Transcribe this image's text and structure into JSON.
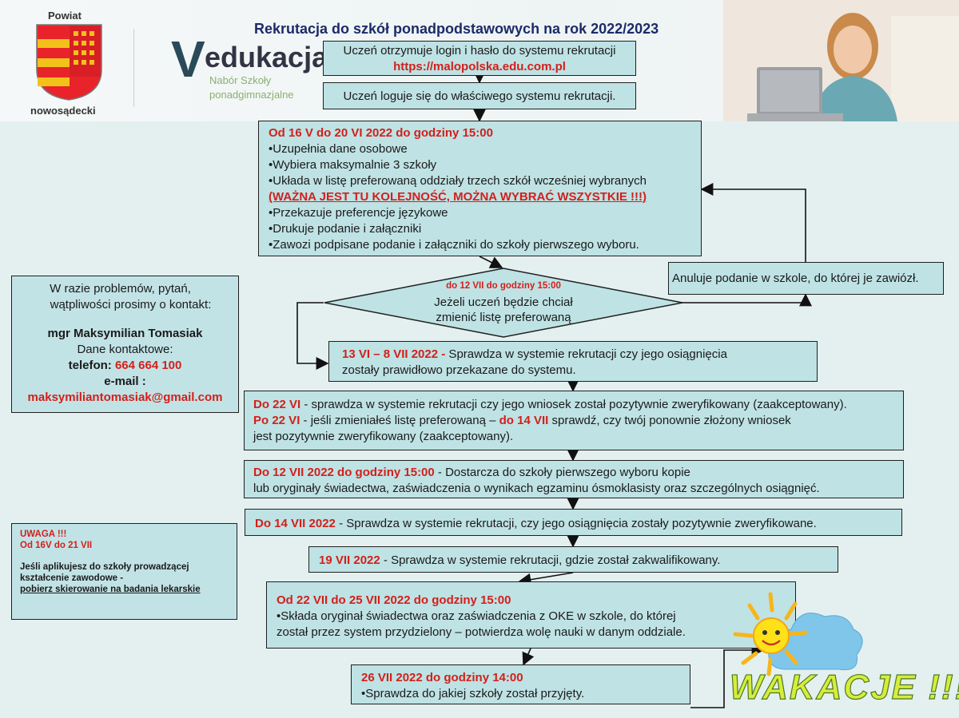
{
  "header": {
    "title": "Rekrutacja do szkół ponadpodstawowych na rok 2022/2023",
    "powiat_label": "Powiat",
    "powiat_name": "nowosądecki",
    "edukacja_v": "V",
    "edukacja_word": "edukacja",
    "edukacja_sub1": "Nabór Szkoły",
    "edukacja_sub2": "ponadgimnazjalne"
  },
  "steps": {
    "s1_line1": "Uczeń otrzymuje login i hasło do systemu rekrutacji",
    "s1_url": "https://malopolska.edu.com.pl",
    "s2": "Uczeń loguje się do właściwego systemu rekrutacji.",
    "s3_heading": "Od 16 V do 20 VI 2022 do godziny 15:00",
    "s3_items": [
      "•Uzupełnia dane osobowe",
      "•Wybiera maksymalnie 3 szkoły",
      "•Układa w listę preferowaną oddziały trzech szkół wcześniej wybranych",
      "(WAŻNA JEST TU KOLEJNOŚĆ, MOŻNA WYBRAĆ WSZYSTKIE !!!)",
      "•Przekazuje preferencje językowe",
      "•Drukuje podanie i załączniki",
      "•Zawozi podpisane podanie i załączniki do szkoły pierwszego wyboru."
    ],
    "decision_date": "do 12 VII do godziny 15:00",
    "decision_line1": "Jeżeli uczeń będzie chciał",
    "decision_line2": "zmienić listę preferowaną",
    "cancel": "Anuluje podanie w szkole, do której je zawiózł.",
    "s4_date": "13 VI – 8 VII 2022 -",
    "s4_text1": " Sprawdza w systemie rekrutacji czy jego osiągnięcia",
    "s4_text2": "zostały prawidłowo przekazane do systemu.",
    "s5_date1": "Do 22 VI",
    "s5_text1": " - sprawdza w systemie rekrutacji czy jego wniosek został pozytywnie zweryfikowany (zaakceptowany).",
    "s5_date2": "Po 22 VI",
    "s5_text2a": " - jeśli zmieniałeś listę preferowaną – ",
    "s5_date3": "do 14 VII",
    "s5_text2b": " sprawdź, czy twój ponownie złożony wniosek",
    "s5_text3": "jest pozytywnie zweryfikowany (zaakceptowany).",
    "s6_date": "Do 12 VII 2022 do godziny 15:00",
    "s6_text1": " - Dostarcza do szkoły pierwszego wyboru kopie",
    "s6_text2": "lub oryginały świadectwa, zaświadczenia o wynikach egzaminu ósmoklasisty oraz szczególnych osiągnięć.",
    "s7_date": "Do 14 VII 2022",
    "s7_text": " - Sprawdza w systemie rekrutacji, czy jego osiągnięcia zostały pozytywnie zweryfikowane.",
    "s8_date": "19 VII 2022",
    "s8_text": " - Sprawdza w systemie rekrutacji, gdzie został zakwalifikowany.",
    "s9_heading": "Od 22 VII do 25 VII 2022 do godziny 15:00",
    "s9_text1": "•Składa oryginał świadectwa oraz zaświadczenia z OKE w szkole, do której",
    "s9_text2": "został przez system przydzielony – potwierdza wolę nauki w danym oddziale.",
    "s10_heading": "26 VII 2022 do godziny 14:00",
    "s10_text": "•Sprawdza do jakiej szkoły został przyjęty."
  },
  "contact": {
    "intro1": "W razie problemów, pytań,",
    "intro2": "wątpliwości prosimy o kontakt:",
    "name": "mgr Maksymilian Tomasiak",
    "details_label": "Dane kontaktowe:",
    "phone_label": "telefon: ",
    "phone": "664 664 100",
    "email_label": "e-mail :",
    "email": "maksymiliantomasiak@gmail.com"
  },
  "uwaga": {
    "title": "UWAGA !!!",
    "dates": "Od 16V do 21 VII",
    "line1": "Jeśli aplikujesz do szkoły prowadzącej",
    "line2": "kształcenie zawodowe -",
    "line3": "pobierz skierowanie na badania lekarskie"
  },
  "holiday": "WAKACJE !!!"
}
